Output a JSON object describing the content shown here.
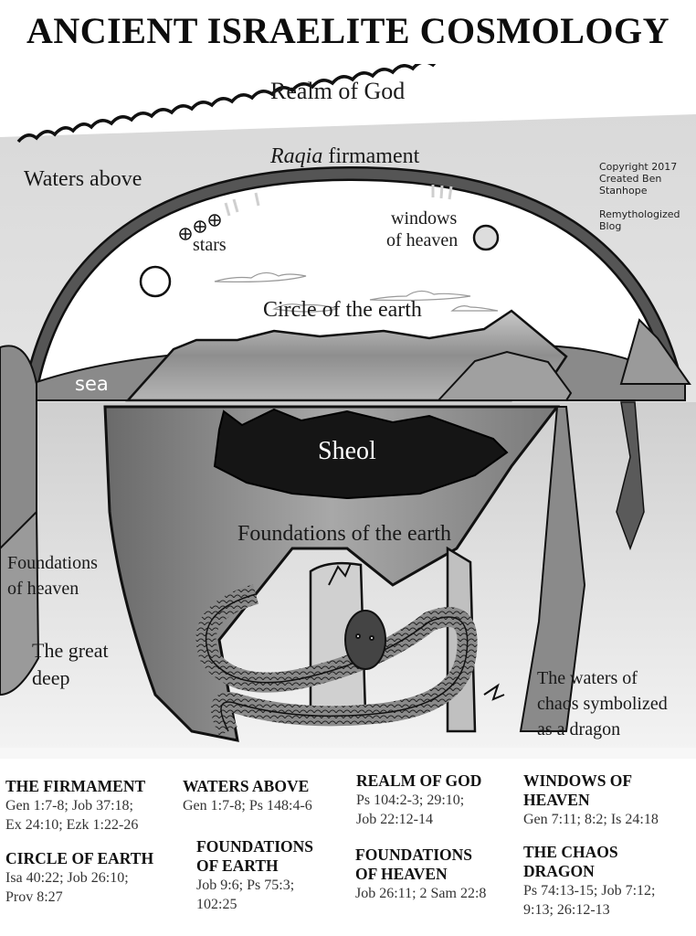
{
  "title": "ANCIENT ISRAELITE COSMOLOGY",
  "diagram": {
    "labels": {
      "realm_of_god": "Realm of God",
      "raqia_italic": "Raqia",
      "raqia_rest": " firmament",
      "waters_above": "Waters above",
      "stars": "stars",
      "windows_line1": "windows",
      "windows_line2": "of heaven",
      "circle_of_earth": "Circle of the earth",
      "sea": "sea",
      "sheol": "Sheol",
      "foundations_earth": "Foundations of the earth",
      "foundations_heaven_line1": "Foundations",
      "foundations_heaven_line2": "of heaven",
      "great_deep_line1": "The great",
      "great_deep_line2": "deep",
      "chaos_line1": "The waters of",
      "chaos_line2": "chaos symbolized",
      "chaos_line3": "as a dragon"
    },
    "copyright": {
      "line1": "Copyright 2017",
      "line2": "Created Ben",
      "line3": "Stanhope",
      "line4": "Remythologized",
      "line5": "Blog"
    },
    "colors": {
      "background": "#ffffff",
      "sky_gray": "#e6e6e6",
      "firmament": "#4a4a4a",
      "sheol": "#151515",
      "earth_gray": "#9a9a9a",
      "deep_gray": "#cfcfcf"
    }
  },
  "references": [
    {
      "heading": "THE FIRMAMENT",
      "text1": "Gen 1:7-8; Job 37:18;",
      "text2": "Ex 24:10; Ezk 1:22-26"
    },
    {
      "heading": "WATERS ABOVE",
      "text1": "Gen 1:7-8; Ps 148:4-6"
    },
    {
      "heading": "REALM OF GOD",
      "text1": "Ps 104:2-3; 29:10;",
      "text2": "Job 22:12-14"
    },
    {
      "heading1": "WINDOWS OF",
      "heading2": "HEAVEN",
      "text1": "Gen 7:11; 8:2; Is 24:18"
    },
    {
      "heading": "CIRCLE OF EARTH",
      "text1": "Isa 40:22; Job 26:10;",
      "text2": "Prov 8:27"
    },
    {
      "heading1": "FOUNDATIONS",
      "heading2": "OF EARTH",
      "text1": "Job 9:6; Ps 75:3;",
      "text2": "102:25"
    },
    {
      "heading1": "FOUNDATIONS",
      "heading2": "OF HEAVEN",
      "text1": "Job 26:11; 2 Sam 22:8"
    },
    {
      "heading1": "THE CHAOS",
      "heading2": "DRAGON",
      "text1": "Ps 74:13-15; Job 7:12;",
      "text2": "9:13; 26:12-13"
    }
  ]
}
